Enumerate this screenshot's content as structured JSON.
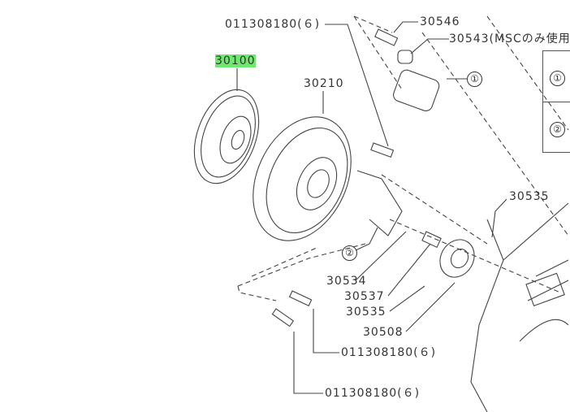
{
  "highlight_color": "#6fe86f",
  "labels": {
    "bolt_top": "011308180(６)",
    "part_30546": "30546",
    "part_30543": "30543(MSCのみ使用",
    "part_30100": "30100",
    "part_30210": "30210",
    "part_30535_top": "30535",
    "part_30534": "30534",
    "part_30537": "30537",
    "part_30535_bottom": "30535",
    "part_30508": "30508",
    "bolt_mid": "011308180(６)",
    "bolt_bottom": "011308180(６)"
  },
  "callouts": {
    "one": "①",
    "two": "②"
  },
  "table": {
    "row1": "①",
    "row2": "②"
  }
}
